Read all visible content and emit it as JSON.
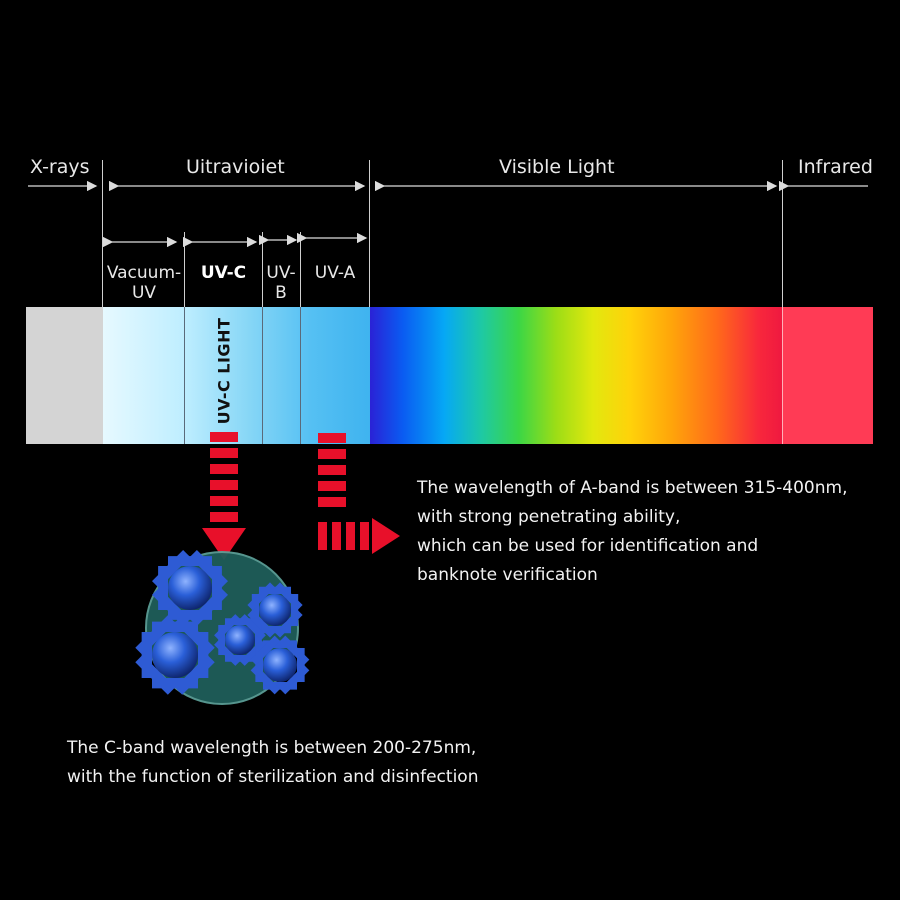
{
  "regions": {
    "xrays": "X-rays",
    "ultraviolet": "Uitravioiet",
    "visible": "Visible Light",
    "infrared": "Infrared"
  },
  "uv_bands": {
    "vacuum_line1": "Vacuum-",
    "vacuum_line2": "UV",
    "uvc": "UV-C",
    "uvb_line1": "UV-",
    "uvb_line2": "B",
    "uva": "UV-A"
  },
  "bar_label": "UV-C LIGHT",
  "a_band_text": [
    "The wavelength of A-band is between 315-400nm,",
    "with strong penetrating ability,",
    "which can be used for identification and",
    "banknote verification"
  ],
  "c_band_text": [
    "The C-band wavelength is between 200-275nm,",
    "with the function of sterilization and disinfection"
  ],
  "colors": {
    "background": "#000000",
    "arrow_red": "#e8102a",
    "xray_gray": "#d4d4d4",
    "infrared": "#ff3b55",
    "virus_blue": "#1d4fd0"
  },
  "icons": [
    "virus-icon",
    "down-arrow-icon",
    "right-arrow-icon"
  ]
}
